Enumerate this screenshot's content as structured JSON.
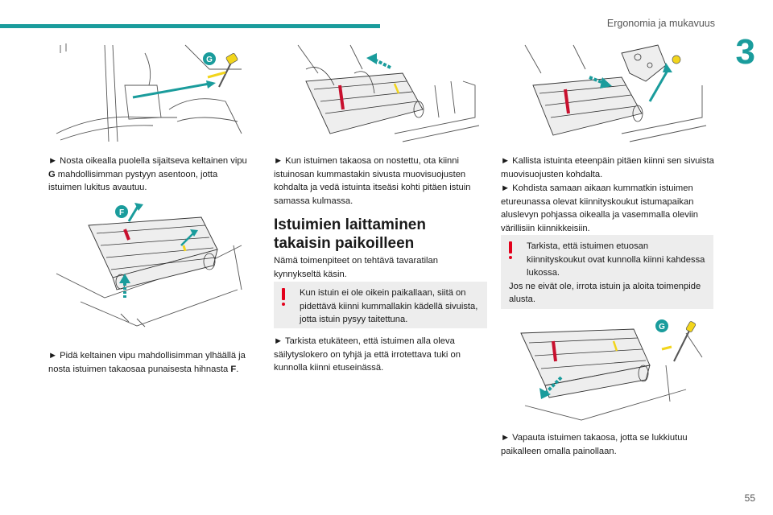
{
  "header": {
    "section_title": "Ergonomia ja mukavuus",
    "chapter_number": "3",
    "page_number": "55"
  },
  "figures": {
    "fig1_label": "G",
    "fig2_label": "F",
    "fig6_label": "G"
  },
  "column1": {
    "para1_prefix": "► Nosta oikealla puolella sijaitseva keltainen vipu ",
    "para1_bold": "G",
    "para1_suffix": " mahdollisimman pystyyn asentoon, jotta istuimen lukitus avautuu.",
    "para2_prefix": "► Pidä keltainen vipu mahdollisimman ylhäällä ja nosta istuimen takaosaa punaisesta hihnasta ",
    "para2_bold": "F",
    "para2_suffix": "."
  },
  "column2": {
    "para1": "► Kun istuimen takaosa on nostettu, ota kiinni istuinosan kummastakin sivusta muovisuojusten kohdalta ja vedä istuinta itseäsi kohti pitäen istuin samassa kulmassa.",
    "heading": "Istuimien laittaminen takaisin paikoilleen",
    "intro": "Nämä toimenpiteet on tehtävä tavaratilan kynnykseltä käsin.",
    "note": "Kun istuin ei ole oikein paikallaan, siitä on pidettävä kiinni kummallakin kädellä sivuista, jotta istuin pysyy taitettuna.",
    "para2": "► Tarkista etukäteen, että istuimen alla oleva säilytyslokero on tyhjä ja että irrotettava tuki on kunnolla kiinni etuseinässä."
  },
  "column3": {
    "para1": "► Kallista istuinta eteenpäin pitäen kiinni sen sivuista muovisuojusten kohdalta.",
    "para2": "► Kohdista samaan aikaan kummatkin istuimen etureunassa olevat kiinnityskoukut istumapaikan aluslevyn pohjassa oikealla ja vasemmalla oleviin värillisiin kiinnikkeisiin.",
    "note_line1": "Tarkista, että istuimen etuosan kiinnityskoukut ovat kunnolla kiinni kahdessa lukossa.",
    "note_line2": "Jos ne eivät ole, irrota istuin ja aloita toimenpide alusta.",
    "para3": "► Vapauta istuimen takaosa, jotta se lukkiutuu paikalleen omalla painollaan."
  },
  "colors": {
    "accent": "#1a9c9c",
    "warning": "#e3001b",
    "note_bg": "#ededed",
    "lever": "#f2d51c"
  }
}
